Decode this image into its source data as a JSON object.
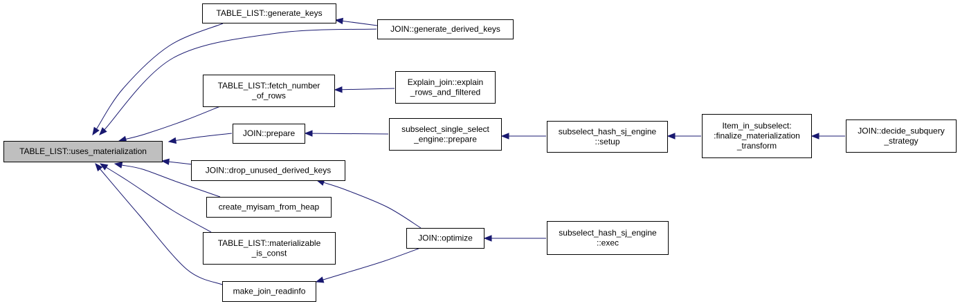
{
  "diagram": {
    "type": "call-graph",
    "colors": {
      "edge": "#191970",
      "root_fill": "#bfbfbf",
      "node_fill": "#ffffff",
      "border": "#000000"
    },
    "nodes": [
      {
        "id": "uses_materialization",
        "label": [
          "TABLE_LIST::uses_materialization"
        ],
        "root": true
      },
      {
        "id": "generate_keys",
        "label": [
          "TABLE_LIST::generate_keys"
        ]
      },
      {
        "id": "generate_derived_keys",
        "label": [
          "JOIN::generate_derived_keys"
        ]
      },
      {
        "id": "fetch_number_of_rows",
        "label": [
          "TABLE_LIST::fetch_number",
          "_of_rows"
        ]
      },
      {
        "id": "explain_rows",
        "label": [
          "Explain_join::explain",
          "_rows_and_filtered"
        ]
      },
      {
        "id": "join_prepare",
        "label": [
          "JOIN::prepare"
        ]
      },
      {
        "id": "ss_engine_prepare",
        "label": [
          "subselect_single_select",
          "_engine::prepare"
        ]
      },
      {
        "id": "hash_sj_setup",
        "label": [
          "subselect_hash_sj_engine",
          "::setup"
        ]
      },
      {
        "id": "finalize_mat",
        "label": [
          "Item_in_subselect:",
          ":finalize_materialization",
          "_transform"
        ]
      },
      {
        "id": "decide_subquery",
        "label": [
          "JOIN::decide_subquery",
          "_strategy"
        ]
      },
      {
        "id": "drop_unused",
        "label": [
          "JOIN::drop_unused_derived_keys"
        ]
      },
      {
        "id": "create_myisam",
        "label": [
          "create_myisam_from_heap"
        ]
      },
      {
        "id": "materializable",
        "label": [
          "TABLE_LIST::materializable",
          "_is_const"
        ]
      },
      {
        "id": "make_join_readinfo",
        "label": [
          "make_join_readinfo"
        ]
      },
      {
        "id": "join_optimize",
        "label": [
          "JOIN::optimize"
        ]
      },
      {
        "id": "hash_sj_exec",
        "label": [
          "subselect_hash_sj_engine",
          "::exec"
        ]
      }
    ],
    "edges": [
      {
        "from": "generate_keys",
        "to": "uses_materialization"
      },
      {
        "from": "generate_derived_keys",
        "to": "uses_materialization"
      },
      {
        "from": "fetch_number_of_rows",
        "to": "uses_materialization"
      },
      {
        "from": "join_prepare",
        "to": "uses_materialization"
      },
      {
        "from": "drop_unused",
        "to": "uses_materialization"
      },
      {
        "from": "create_myisam",
        "to": "uses_materialization"
      },
      {
        "from": "materializable",
        "to": "uses_materialization"
      },
      {
        "from": "make_join_readinfo",
        "to": "uses_materialization"
      },
      {
        "from": "generate_derived_keys",
        "to": "generate_keys"
      },
      {
        "from": "explain_rows",
        "to": "fetch_number_of_rows"
      },
      {
        "from": "ss_engine_prepare",
        "to": "join_prepare"
      },
      {
        "from": "hash_sj_setup",
        "to": "ss_engine_prepare"
      },
      {
        "from": "finalize_mat",
        "to": "hash_sj_setup"
      },
      {
        "from": "decide_subquery",
        "to": "finalize_mat"
      },
      {
        "from": "join_optimize",
        "to": "drop_unused"
      },
      {
        "from": "join_optimize",
        "to": "make_join_readinfo"
      },
      {
        "from": "hash_sj_exec",
        "to": "join_optimize"
      }
    ]
  }
}
